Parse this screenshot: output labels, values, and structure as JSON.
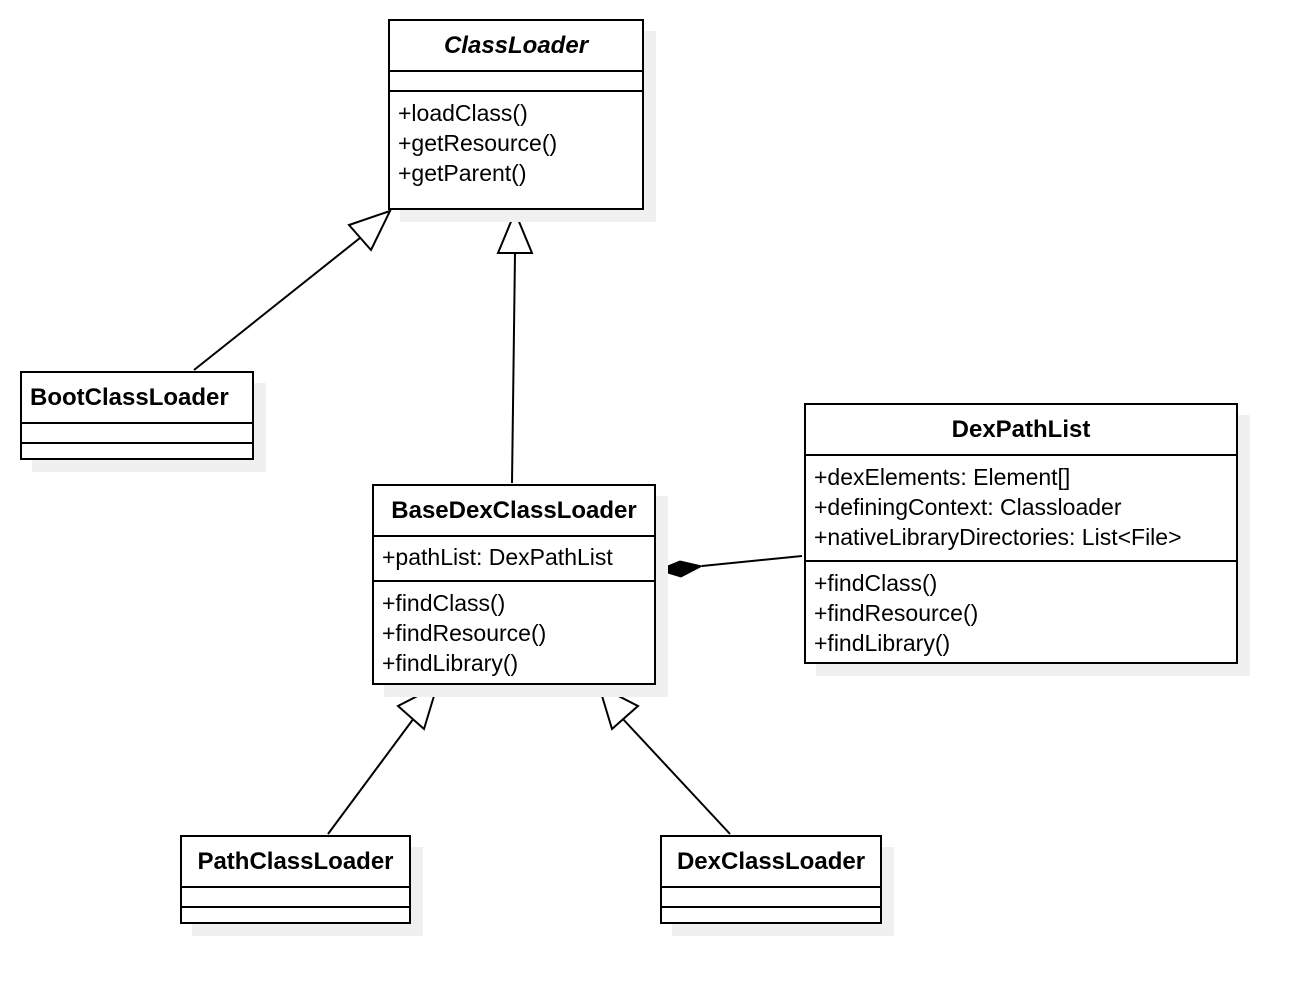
{
  "classes": {
    "class_loader": {
      "name": "ClassLoader",
      "attributes": [],
      "operations": [
        "+loadClass()",
        "+getResource()",
        "+getParent()"
      ]
    },
    "boot_class_loader": {
      "name": "BootClassLoader",
      "attributes": [],
      "operations": []
    },
    "base_dex_class_loader": {
      "name": "BaseDexClassLoader",
      "attributes": [
        "+pathList: DexPathList"
      ],
      "operations": [
        "+findClass()",
        "+findResource()",
        "+findLibrary()"
      ]
    },
    "dex_path_list": {
      "name": "DexPathList",
      "attributes": [
        "+dexElements: Element[]",
        "+definingContext: Classloader",
        "+nativeLibraryDirectories: List<File>"
      ],
      "operations": [
        "+findClass()",
        "+findResource()",
        "+findLibrary()"
      ]
    },
    "path_class_loader": {
      "name": "PathClassLoader",
      "attributes": [],
      "operations": []
    },
    "dex_class_loader": {
      "name": "DexClassLoader",
      "attributes": [],
      "operations": []
    }
  },
  "relations": [
    {
      "type": "generalization",
      "from": "boot_class_loader",
      "to": "class_loader"
    },
    {
      "type": "generalization",
      "from": "base_dex_class_loader",
      "to": "class_loader"
    },
    {
      "type": "generalization",
      "from": "path_class_loader",
      "to": "base_dex_class_loader"
    },
    {
      "type": "generalization",
      "from": "dex_class_loader",
      "to": "base_dex_class_loader"
    },
    {
      "type": "composition",
      "from": "dex_path_list",
      "to": "base_dex_class_loader"
    }
  ]
}
